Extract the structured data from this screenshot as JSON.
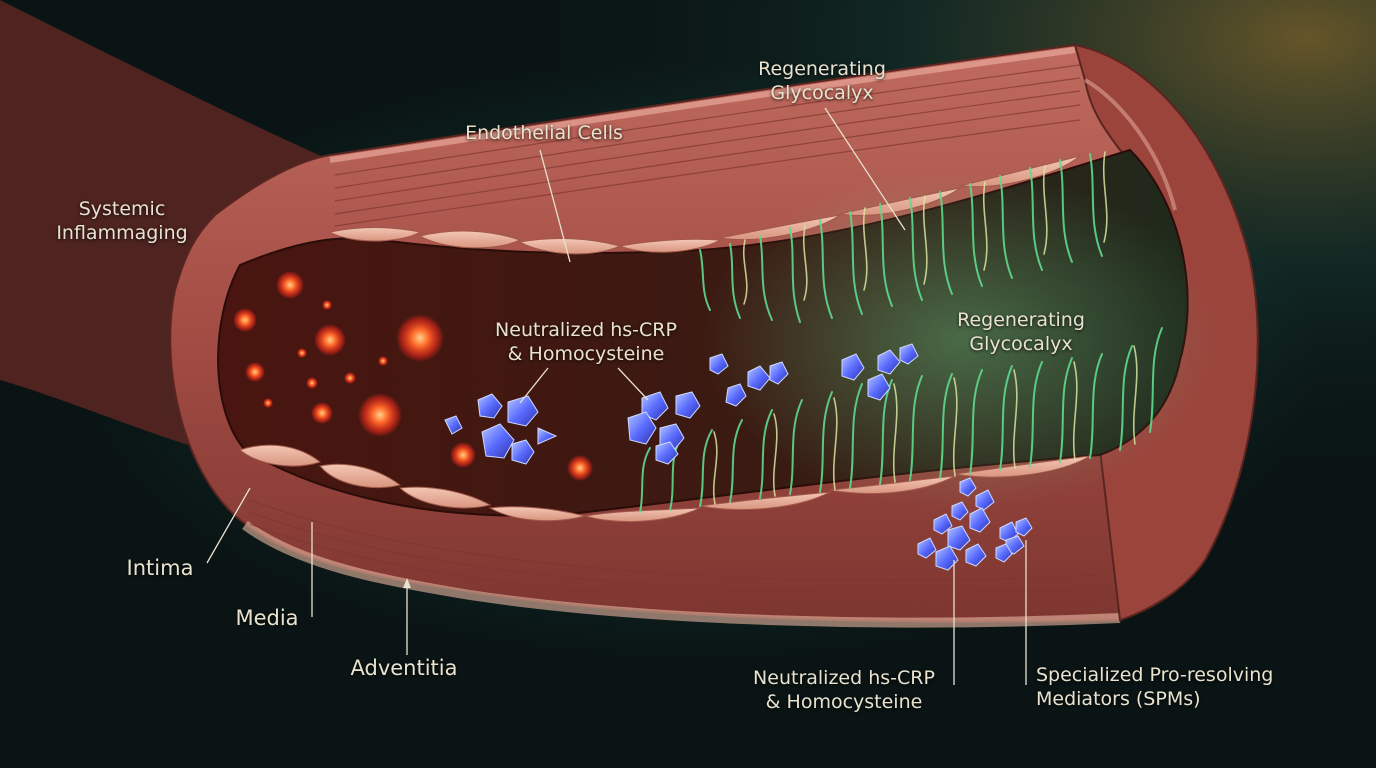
{
  "labels": {
    "systemic_inflammaging": {
      "line1": "Systemic",
      "line2": "Inflammaging"
    },
    "endothelial_cells": "Endothelial Cells",
    "regenerating_glycocalyx_top": {
      "line1": "Regenerating",
      "line2": "Glycocalyx"
    },
    "regenerating_glycocalyx_mid": {
      "line1": "Regenerating",
      "line2": "Glycocalyx"
    },
    "neutralized_mid": {
      "line1": "Neutralized hs-CRP",
      "line2": "& Homocysteine"
    },
    "neutralized_bottom": {
      "line1": "Neutralized hs-CRP",
      "line2": "& Homocysteine"
    },
    "spms": {
      "line1": "Specialized Pro-resolving",
      "line2": "Mediators (SPMs)"
    },
    "intima": "Intima",
    "media": "Media",
    "adventitia": "Adventitia"
  },
  "colors": {
    "background": "#0a1414",
    "vessel_wall": "#a9584e",
    "lumen": "#3a1410",
    "glycocalyx": "#5fd98e",
    "inflammatory_particle": "#ff5a2a",
    "neutralized_crystal": "#5a6cff",
    "label_text": "#e8e2cf"
  }
}
